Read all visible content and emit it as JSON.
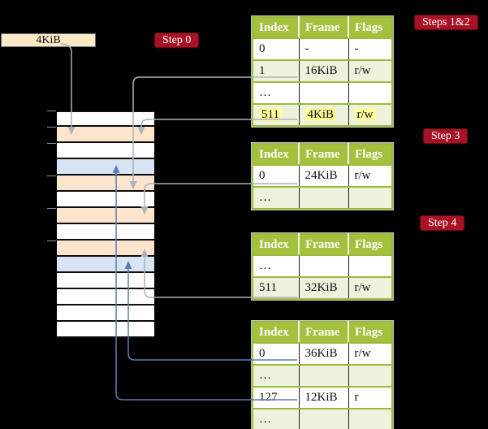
{
  "size_box": {
    "label": "4KiB"
  },
  "badges": [
    {
      "id": "step-0",
      "label": "Step 0"
    },
    {
      "id": "steps-1-2",
      "label": "Steps 1&2"
    },
    {
      "id": "step-3",
      "label": "Step 3"
    },
    {
      "id": "step-4",
      "label": "Step 4"
    }
  ],
  "memory": {
    "description": "physical memory frames, top to bottom",
    "rows": [
      "white",
      "orange",
      "white",
      "blue",
      "orange",
      "white",
      "orange",
      "white",
      "orange",
      "blue",
      "white",
      "white",
      "white",
      "white"
    ],
    "tick_count": 6
  },
  "tables": [
    {
      "id": "table-steps-1-2",
      "headers": [
        "Index",
        "Frame",
        "Flags"
      ],
      "rows": [
        {
          "cells": [
            "0",
            "-",
            "-"
          ],
          "shaded": false,
          "highlight": false
        },
        {
          "cells": [
            "1",
            "16KiB",
            "r/w"
          ],
          "shaded": true,
          "highlight": false
        },
        {
          "cells": [
            "…",
            "",
            ""
          ],
          "shaded": false,
          "highlight": false
        },
        {
          "cells": [
            "511",
            "4KiB",
            "r/w"
          ],
          "shaded": true,
          "highlight": true
        }
      ]
    },
    {
      "id": "table-step-3",
      "headers": [
        "Index",
        "Frame",
        "Flags"
      ],
      "rows": [
        {
          "cells": [
            "0",
            "24KiB",
            "r/w"
          ],
          "shaded": false,
          "highlight": false
        },
        {
          "cells": [
            "…",
            "",
            ""
          ],
          "shaded": true,
          "highlight": false
        }
      ]
    },
    {
      "id": "table-step-4",
      "headers": [
        "Index",
        "Frame",
        "Flags"
      ],
      "rows": [
        {
          "cells": [
            "…",
            "",
            ""
          ],
          "shaded": false,
          "highlight": false
        },
        {
          "cells": [
            "511",
            "32KiB",
            "r/w"
          ],
          "shaded": true,
          "highlight": false
        }
      ]
    },
    {
      "id": "table-bottom",
      "headers": [
        "Index",
        "Frame",
        "Flags"
      ],
      "rows": [
        {
          "cells": [
            "0",
            "36KiB",
            "r/w"
          ],
          "shaded": false,
          "highlight": false
        },
        {
          "cells": [
            "…",
            "",
            ""
          ],
          "shaded": true,
          "highlight": false
        },
        {
          "cells": [
            "127",
            "12KiB",
            "r"
          ],
          "shaded": false,
          "highlight": false
        },
        {
          "cells": [
            "…",
            "",
            ""
          ],
          "shaded": true,
          "highlight": false
        }
      ]
    }
  ],
  "connectors": [
    {
      "from": "size-box",
      "to_frame_row": 2,
      "color": "gray"
    },
    {
      "from": "table-steps-1-2 row 1",
      "to_frame_row": 5,
      "color": "gray"
    },
    {
      "from": "table-steps-1-2 row 511",
      "to_frame_row": 2,
      "color": "gray"
    },
    {
      "from": "table-step-3 row 0",
      "to_frame_row": 7,
      "color": "gray"
    },
    {
      "from": "table-step-4 row 511",
      "to_frame_row": 9,
      "color": "gray"
    },
    {
      "from": "table-bottom row 0",
      "to_frame_row": 10,
      "color": "blue"
    },
    {
      "from": "table-bottom row 127",
      "to_frame_row": 4,
      "color": "blue"
    }
  ],
  "colors": {
    "background": "#000000",
    "badge_red": "#a81226",
    "table_header_green": "#a3c13d",
    "table_row_green": "#edf2dd",
    "table_border_green": "#9cbb3c",
    "highlight_yellow": "#fffd9b",
    "frame_orange": "#fce4cd",
    "frame_blue": "#d8e4f4",
    "frame_white": "#ffffff",
    "size_box_cream": "#fae9c6",
    "connector_gray": "#abb2b8",
    "connector_blue": "#5b7db3",
    "tick_gray": "#8a9096"
  }
}
